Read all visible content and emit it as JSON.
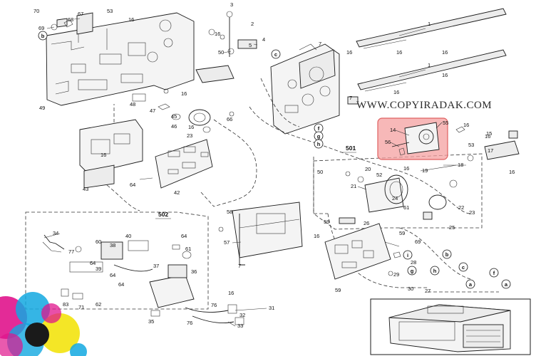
{
  "watermark": "WWW.COPYIRADAK.COM",
  "group_labels": {
    "g501": "501",
    "g502": "502"
  },
  "circle_letters": {
    "a": "a",
    "b": "b",
    "c": "c",
    "f": "f",
    "g": "g",
    "h": "h",
    "i": "i"
  },
  "callouts": {
    "n70": "70",
    "n69": "69",
    "n68": "68",
    "n67": "67",
    "n53": "53",
    "n49": "49",
    "n3": "3",
    "n2": "2",
    "n4": "4",
    "n5": "5",
    "n50a": "50",
    "n7a": "7",
    "n7b": "7",
    "n1a": "1",
    "n1b": "1",
    "n16a": "16",
    "n16b": "16",
    "n16c": "16",
    "n16d": "16",
    "n16e": "16",
    "n16f": "16",
    "n16g": "16",
    "n16h": "16",
    "n16i": "16",
    "n16j": "16",
    "n16k": "16",
    "n16l": "16",
    "n16m": "16",
    "n16n": "16",
    "n16o": "16",
    "n16p": "16",
    "n48": "48",
    "n47": "47",
    "n45": "45",
    "n46": "46",
    "n66": "66",
    "n23a": "23",
    "n43": "43",
    "n64a": "64",
    "n42": "42",
    "n14": "14",
    "n55": "55",
    "n56": "56",
    "n53b": "53",
    "n15": "15",
    "n17": "17",
    "n50b": "50",
    "n20": "20",
    "n52": "52",
    "n19": "19",
    "n18": "18",
    "n21": "21",
    "n22": "22",
    "n23b": "23",
    "n24": "24",
    "n25": "25",
    "n61a": "61",
    "n58": "58",
    "n57": "57",
    "n7c": "7",
    "n59a": "59",
    "n26": "26",
    "n59b": "59",
    "n69b": "69",
    "n28": "28",
    "n29": "29",
    "n59c": "59",
    "n30": "30",
    "n27": "27",
    "n34": "34",
    "n60": "60",
    "n40": "40",
    "n38": "38",
    "n64b": "64",
    "n77": "77",
    "n61b": "61",
    "n64c": "64",
    "n64d": "64",
    "n37": "37",
    "n64e": "64",
    "n36": "36",
    "n83": "83",
    "n71": "71",
    "n62": "62",
    "n35": "35",
    "n76a": "76",
    "n76b": "76",
    "n32": "32",
    "n31": "31",
    "n33": "33",
    "n39": "39"
  },
  "colors": {
    "highlight_fill": "#f4a0a0",
    "highlight_stroke": "#e06060",
    "cmyk": [
      "#e0148c",
      "#12a8e0",
      "#f2e200",
      "#1a1a1a"
    ]
  }
}
